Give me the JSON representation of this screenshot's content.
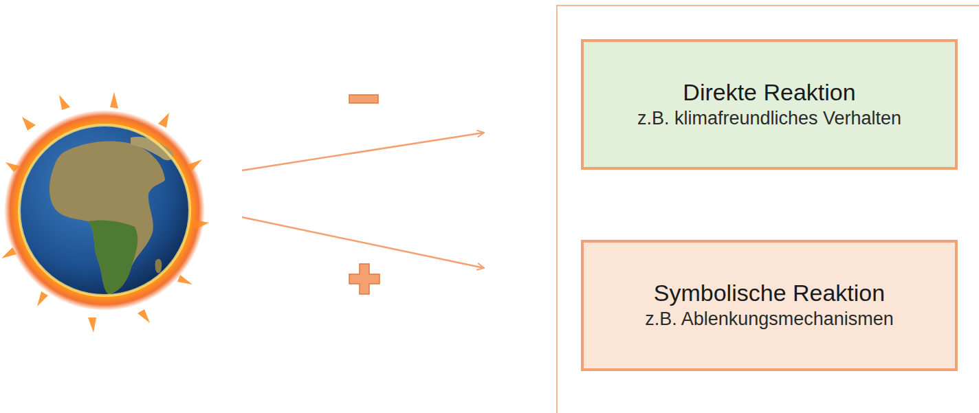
{
  "diagram": {
    "nodes": [
      {
        "text": [
          "Direkte Reaktion",
          "z.B. klimafreundliches Verhalten"
        ]
      },
      {
        "text": [
          "Symbolische Reaktion",
          "z.B. Ablenkungsmechanismen"
        ]
      }
    ]
  }
}
